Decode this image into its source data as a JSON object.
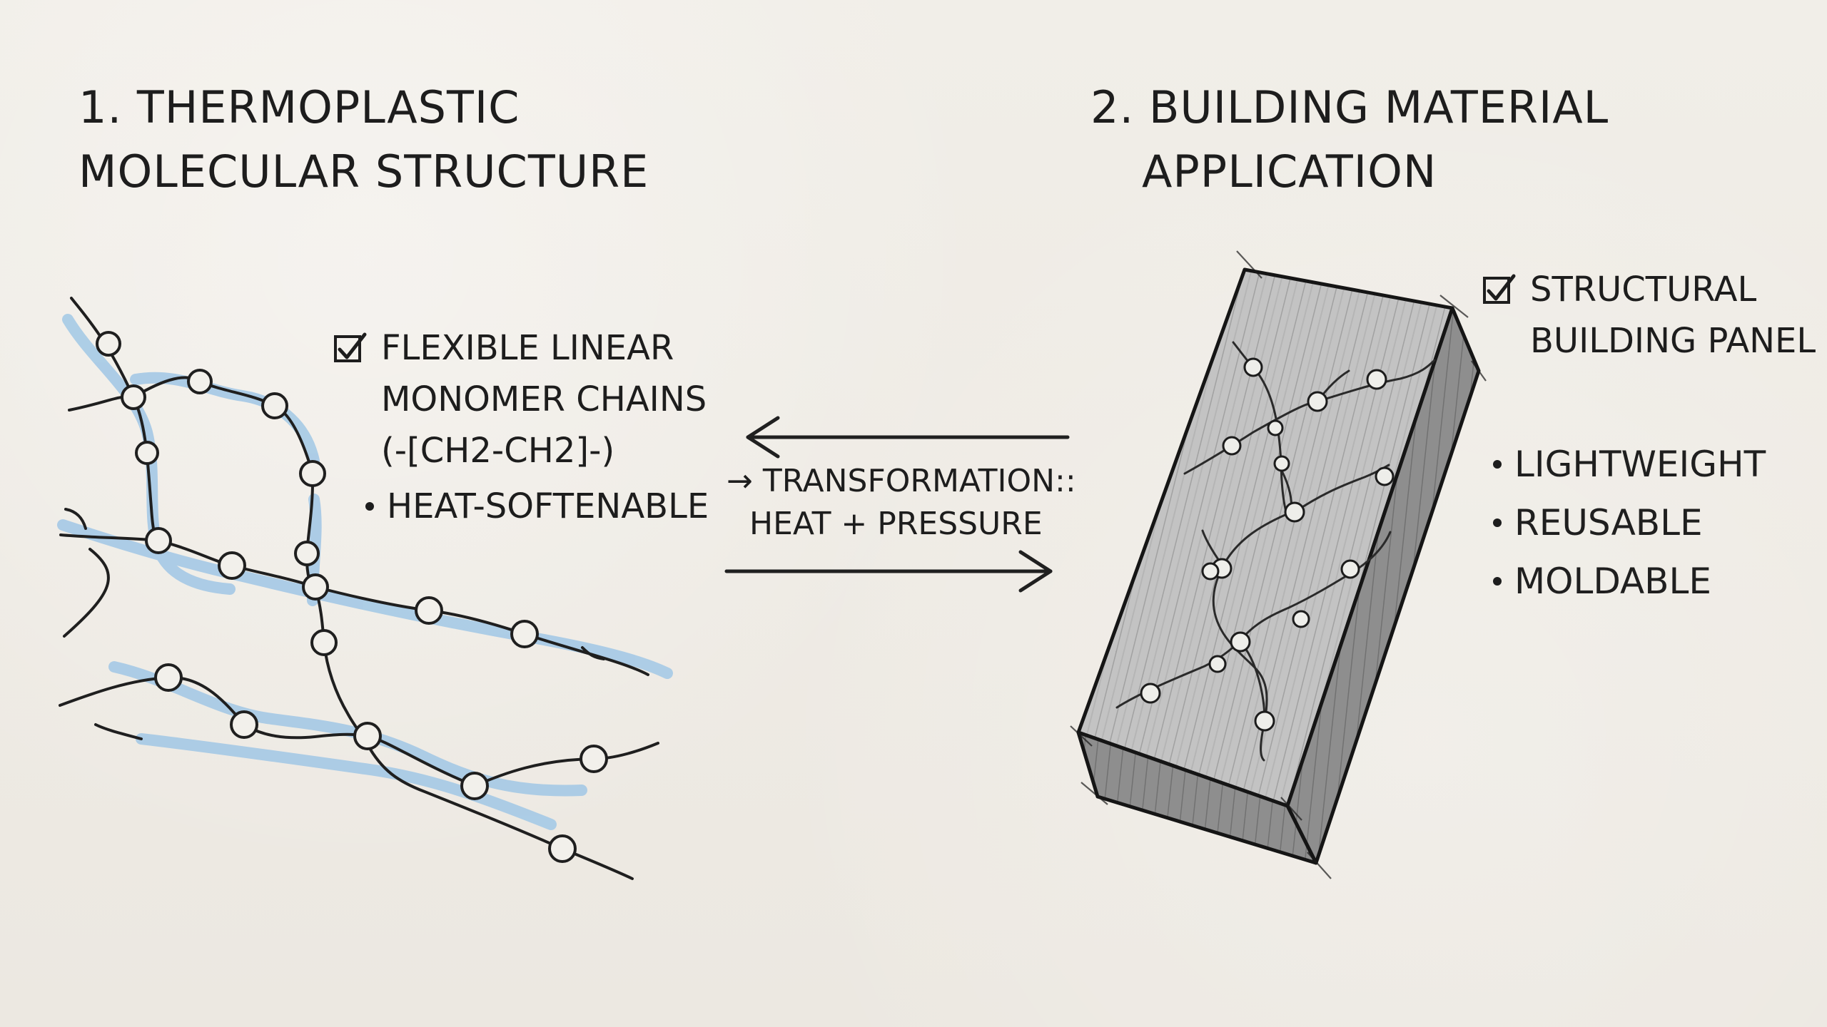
{
  "left_section": {
    "title_line_1": "1. THERMOPLASTIC",
    "title_line_2": "MOLECULAR STRUCTURE",
    "note_line_1": "FLEXIBLE LINEAR",
    "note_line_2": "MONOMER CHAINS",
    "note_line_3": "(-[CH2-CH2]-)",
    "note_line_4": "HEAT-SOFTENABLE"
  },
  "center_section": {
    "label_line_1": "→ TRANSFORMATION::",
    "label_line_2": "HEAT + PRESSURE"
  },
  "right_section": {
    "title_line_1": "2. BUILDING MATERIAL",
    "title_line_2": "APPLICATION",
    "check_line_1": "STRUCTURAL",
    "check_line_2": "BUILDING PANEL",
    "bullets": [
      "LIGHTWEIGHT",
      "REUSABLE",
      "MOLDABLE"
    ]
  },
  "colors": {
    "paper": "#efece6",
    "ink": "#1d1d1d",
    "highlight_blue": "#a9cbe6",
    "panel_fill": "#bdbdbd",
    "panel_shadow": "#8e8e8e"
  },
  "icons": {
    "check": "check-box-icon"
  }
}
